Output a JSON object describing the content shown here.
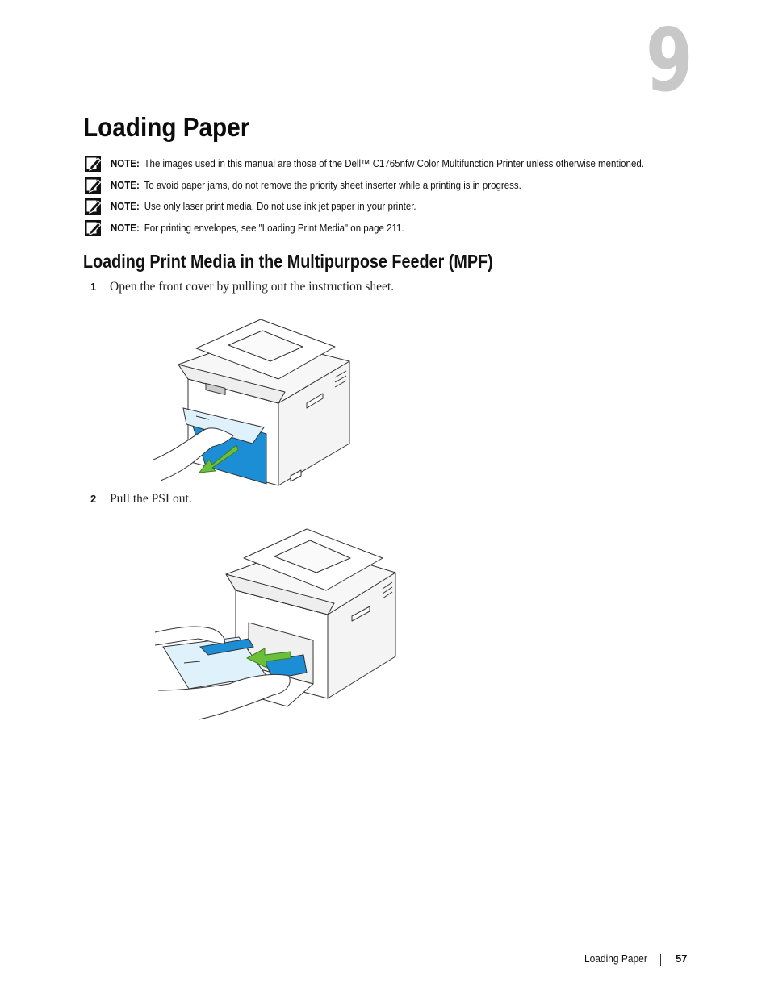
{
  "chapter": {
    "number": "9"
  },
  "title": "Loading Paper",
  "notes": [
    {
      "label": "NOTE:",
      "text": "The images used in this manual are those of the Dell™ C1765nfw Color Multifunction Printer unless otherwise mentioned."
    },
    {
      "label": "NOTE:",
      "text": "To avoid paper jams, do not remove the priority sheet inserter while a printing is in progress."
    },
    {
      "label": "NOTE:",
      "text": "Use only laser print media. Do not use ink jet paper in your printer."
    },
    {
      "label": "NOTE:",
      "text": "For printing envelopes, see \"Loading Print Media\" on page 211."
    }
  ],
  "section": {
    "heading": "Loading Print Media in the Multipurpose Feeder (MPF)"
  },
  "steps": [
    {
      "num": "1",
      "text": "Open the front cover by pulling out the instruction sheet."
    },
    {
      "num": "2",
      "text": "Pull the PSI out."
    }
  ],
  "icons": {
    "note": "pencil-note-icon"
  },
  "colors": {
    "accent_blue": "#1c8ed6",
    "arrow_green": "#6cbf3a"
  },
  "footer": {
    "label": "Loading Paper",
    "page": "57"
  }
}
